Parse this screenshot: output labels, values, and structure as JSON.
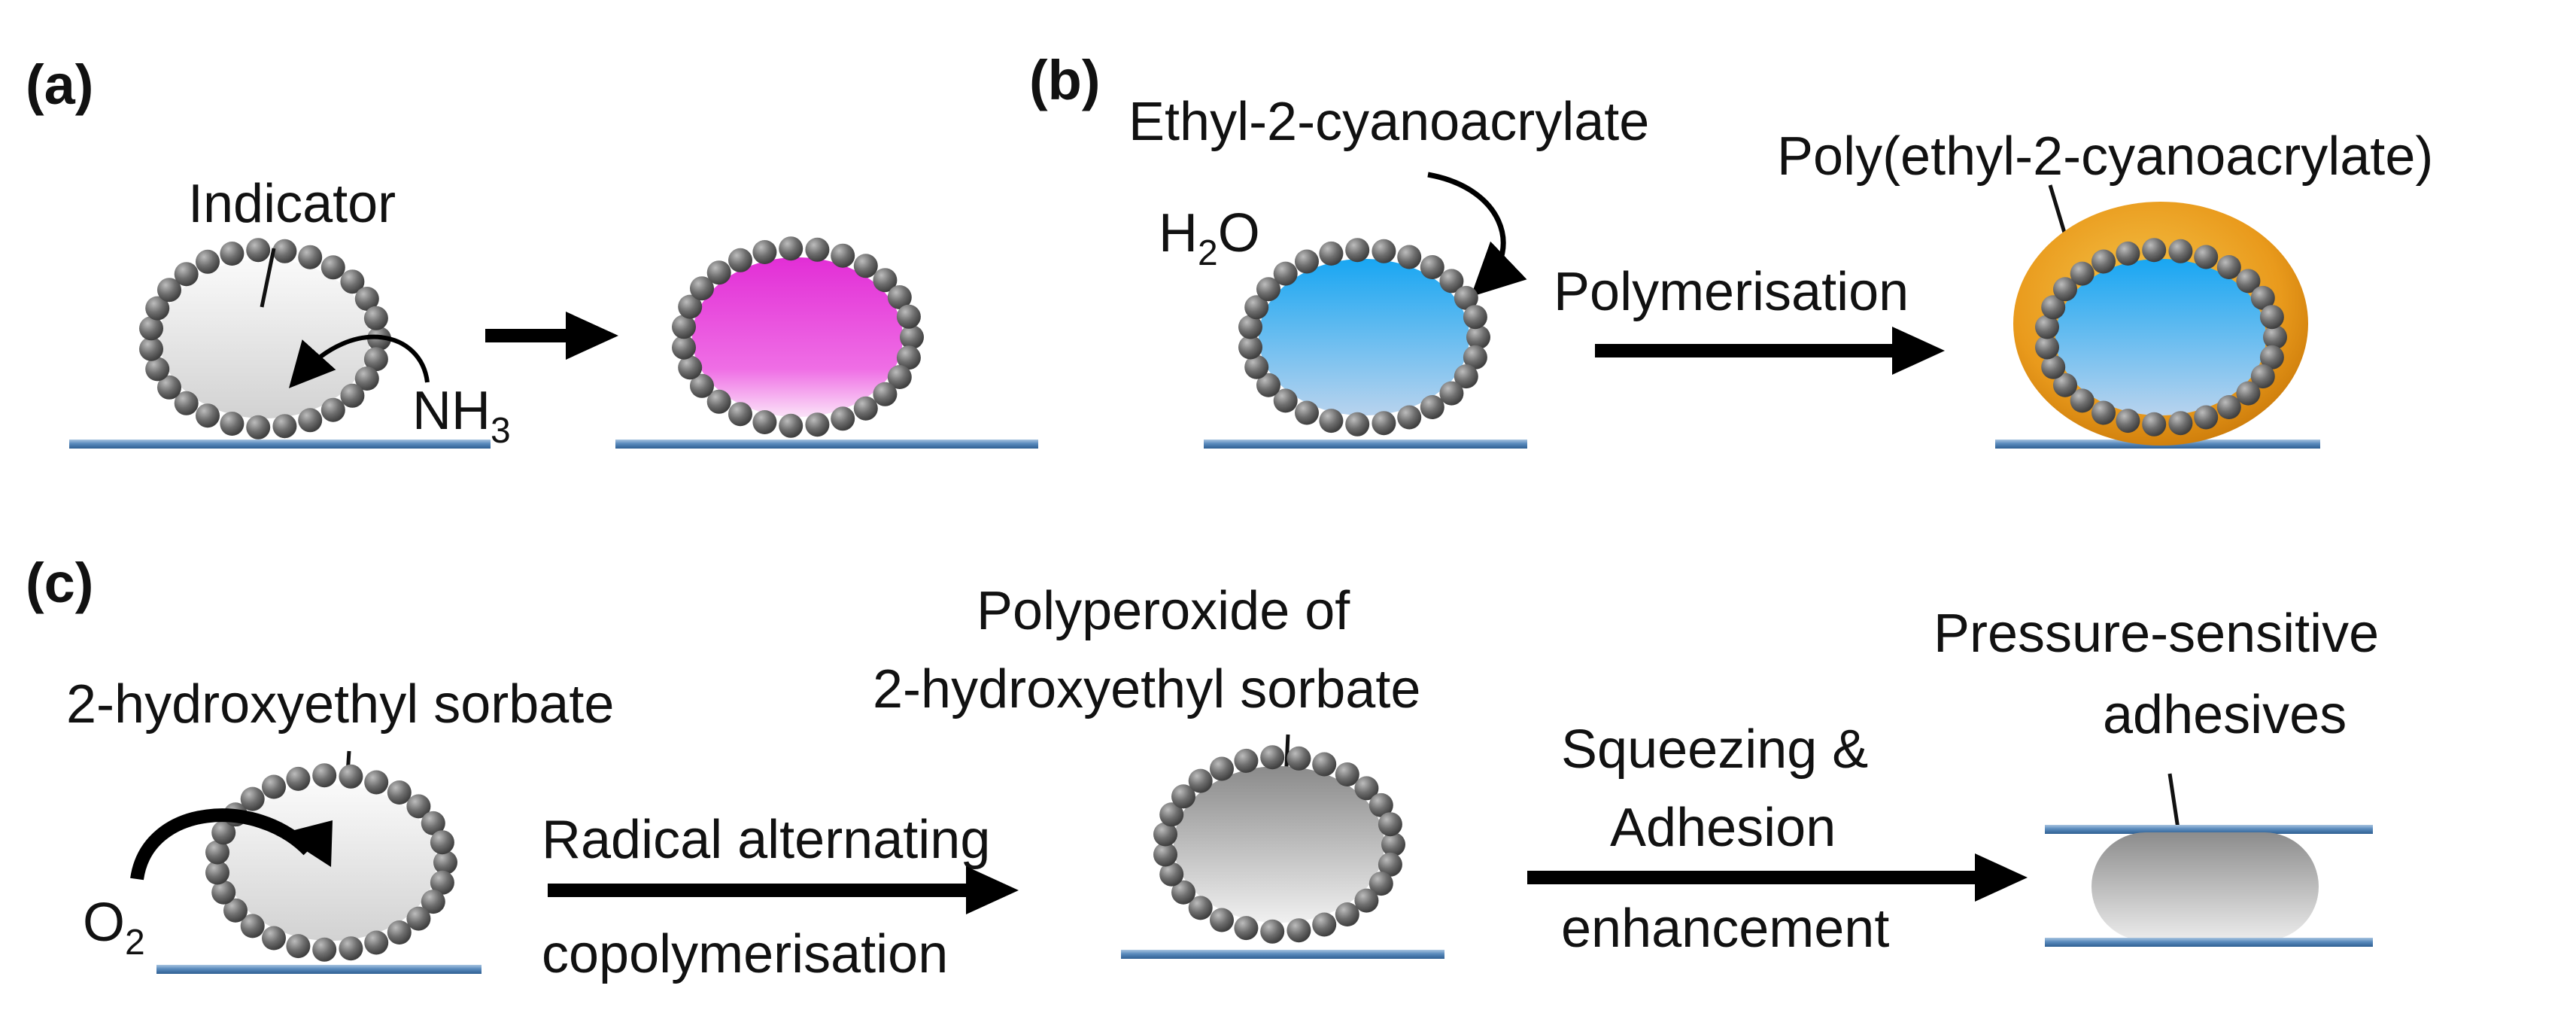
{
  "panels": {
    "a": {
      "letter": "(a)",
      "indicator_label": "Indicator",
      "reagent": {
        "main": "NH",
        "sub": "3"
      }
    },
    "b": {
      "letter": "(b)",
      "monomer_label": "Ethyl-2-cyanoacrylate",
      "water": {
        "pre": "H",
        "sub": "2",
        "post": "O"
      },
      "process_label": "Polymerisation",
      "product_label": "Poly(ethyl-2-cyanoacrylate)"
    },
    "c": {
      "letter": "(c)",
      "monomer_label": "2-hydroxyethyl  sorbate",
      "oxygen": {
        "main": "O",
        "sub": "2"
      },
      "process_line1": "Radical alternating",
      "process_line2": "copolymerisation",
      "intermediate_line1": "Polyperoxide of",
      "intermediate_line2": "2-hydroxyethyl  sorbate",
      "step_line1": "Squeezing  &",
      "step_line2": "Adhesion",
      "step_line3": "enhancement",
      "product_line1": "Pressure-sensitive",
      "product_line2": "adhesives"
    }
  },
  "colors": {
    "bead": "#707070",
    "substrate": "#4f7fae",
    "indicator_magenta": "#e62fd8",
    "water_blue": "#1ea7ee",
    "polymer_orange": "#e8920f",
    "arrow": "#000000"
  }
}
